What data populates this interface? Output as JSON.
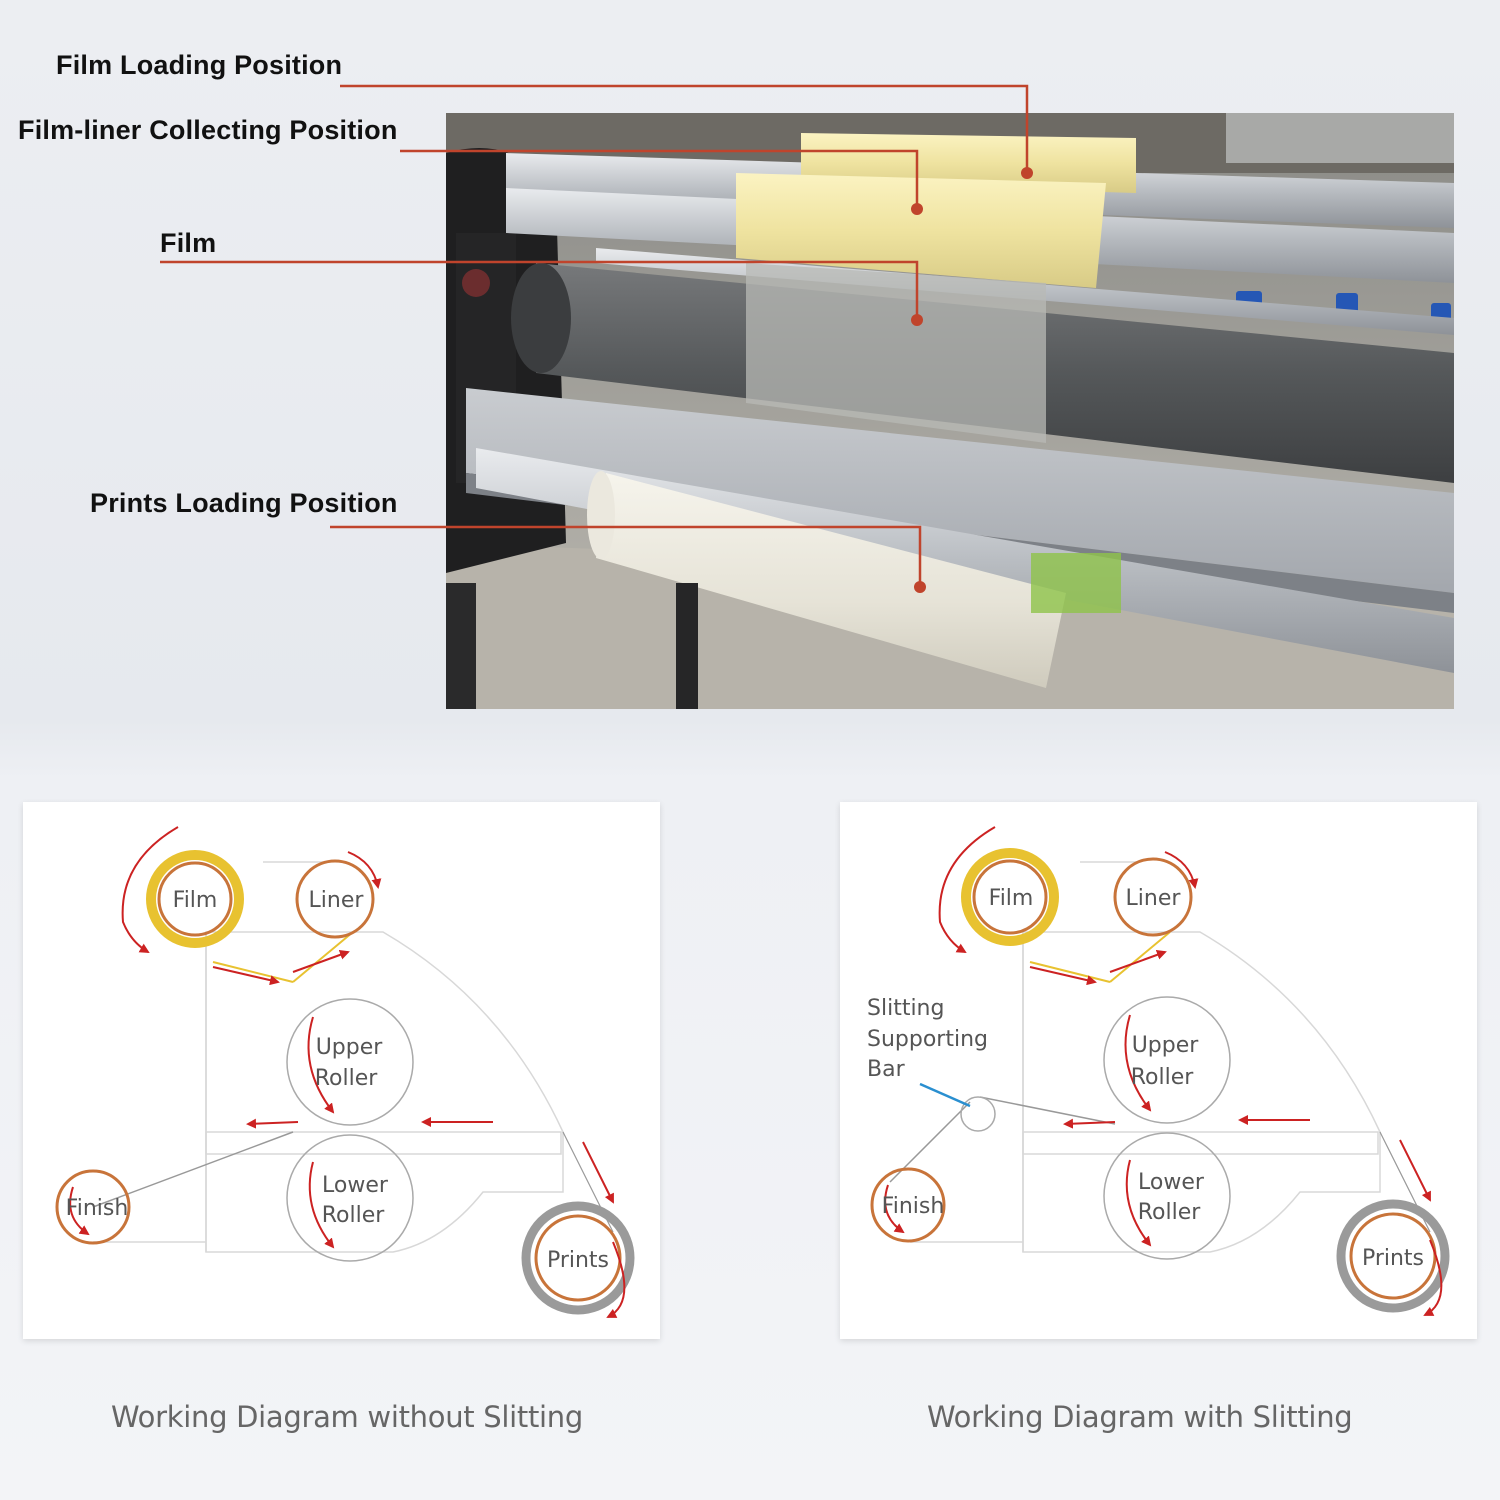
{
  "photo_callouts": {
    "film_loading": "Film Loading Position",
    "film_liner": "Film-liner Collecting Position",
    "film": "Film",
    "prints_loading": "Prints Loading Position"
  },
  "diagram_without": {
    "caption": "Working Diagram without Slitting",
    "film": "Film",
    "liner": "Liner",
    "upper_1": "Upper",
    "upper_2": "Roller",
    "lower_1": "Lower",
    "lower_2": "Roller",
    "finish": "Finish",
    "prints": "Prints"
  },
  "diagram_with": {
    "caption": "Working Diagram with Slitting",
    "film": "Film",
    "liner": "Liner",
    "upper_1": "Upper",
    "upper_2": "Roller",
    "lower_1": "Lower",
    "lower_2": "Roller",
    "finish": "Finish",
    "prints": "Prints",
    "slitting_1": "Slitting",
    "slitting_2": "Supporting",
    "slitting_3": "Bar"
  },
  "colors": {
    "callout_line": "#c0442c",
    "film_ring": "#e8c230",
    "roller_ring": "#c8743a",
    "prints_ring": "#9a9a9a",
    "arrow": "#cc2222",
    "slitting_line": "#2a8fd0"
  }
}
